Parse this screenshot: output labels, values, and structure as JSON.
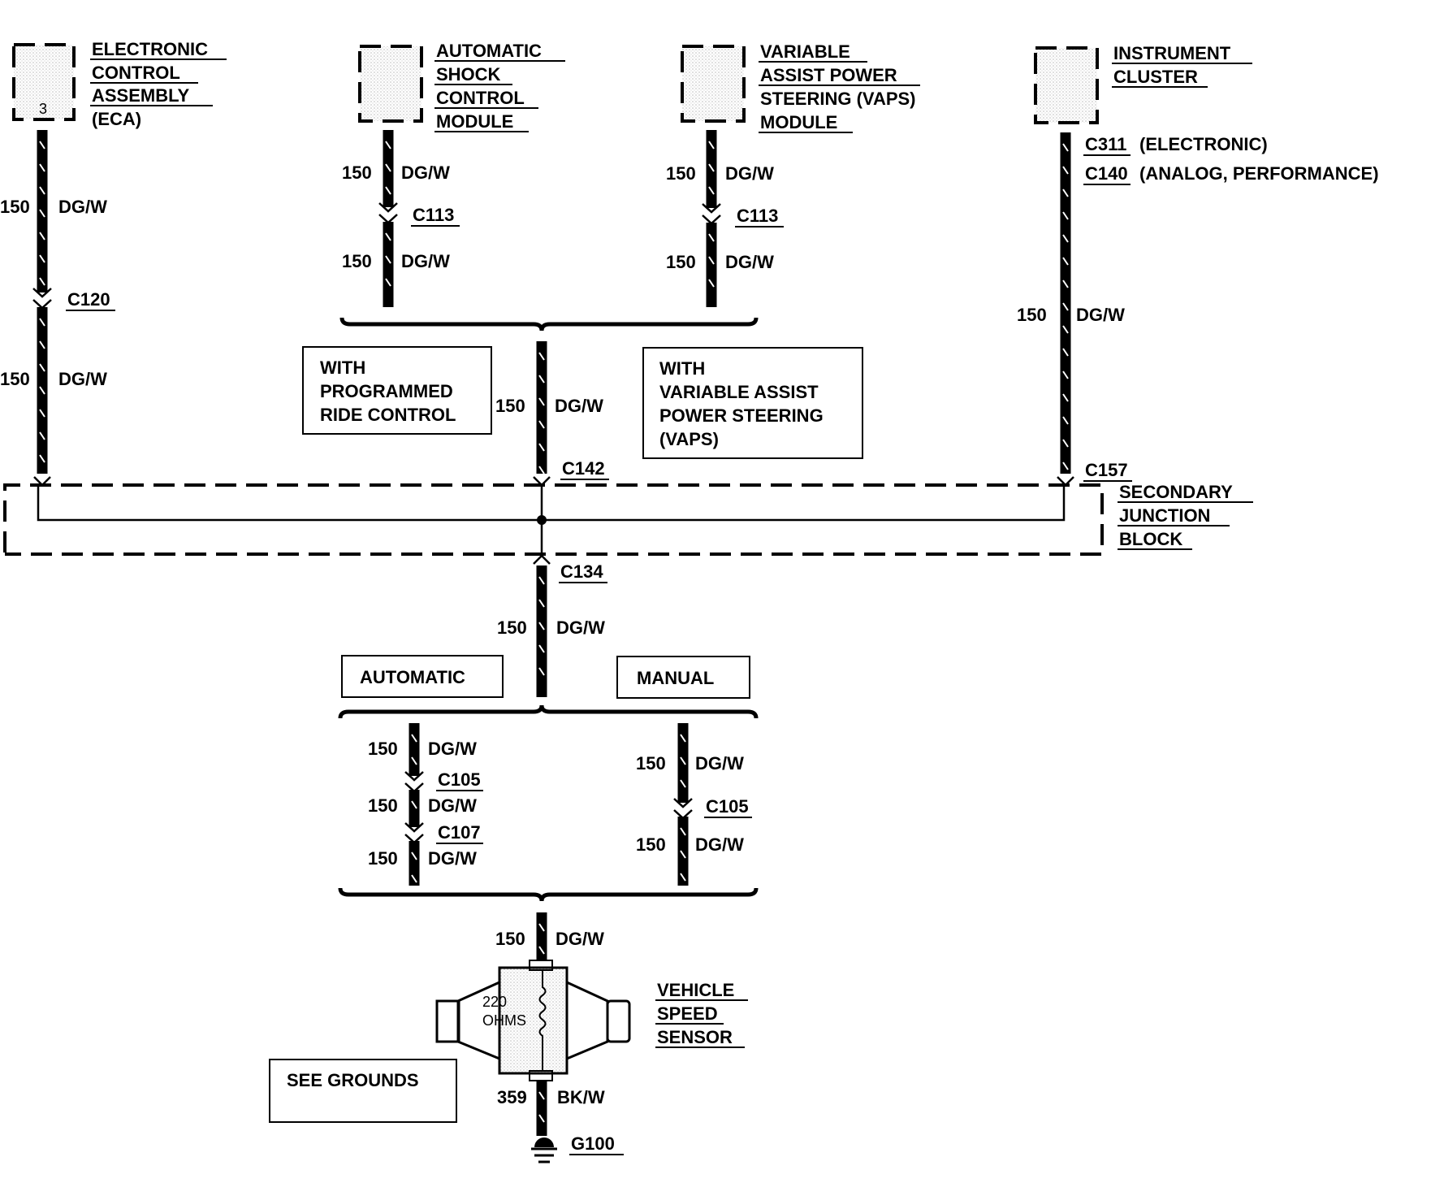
{
  "components": {
    "eca": [
      "ELECTRONIC",
      "CONTROL",
      "ASSEMBLY",
      "(ECA)"
    ],
    "eca_pin": "3",
    "shock": [
      "AUTOMATIC",
      "SHOCK",
      "CONTROL",
      "MODULE"
    ],
    "vaps": [
      "VARIABLE",
      "ASSIST POWER",
      "STEERING (VAPS)",
      "MODULE"
    ],
    "cluster": [
      "INSTRUMENT",
      "CLUSTER"
    ],
    "sjb": [
      "SECONDARY",
      "JUNCTION",
      "BLOCK"
    ],
    "vss": [
      "VEHICLE",
      "SPEED",
      "SENSOR"
    ],
    "vss_resistance": [
      "220",
      "OHMS"
    ]
  },
  "notes": {
    "prc": [
      "WITH",
      "PROGRAMMED",
      "RIDE CONTROL"
    ],
    "vaps": [
      "WITH",
      "VARIABLE ASSIST",
      "POWER STEERING",
      "(VAPS)"
    ],
    "automatic": "AUTOMATIC",
    "manual": "MANUAL",
    "see_grounds": "SEE GROUNDS"
  },
  "connectors": {
    "c120": "C120",
    "c113": "C113",
    "c142": "C142",
    "c157": "C157",
    "c311": "C311",
    "c311_note": "(ELECTRONIC)",
    "c140": "C140",
    "c140_note": "(ANALOG, PERFORMANCE)",
    "c134": "C134",
    "c105": "C105",
    "c107": "C107",
    "g100": "G100"
  },
  "wires": {
    "circuit_vss": "150",
    "color_vss": "DG/W",
    "circuit_ground": "359",
    "color_ground": "BK/W"
  }
}
